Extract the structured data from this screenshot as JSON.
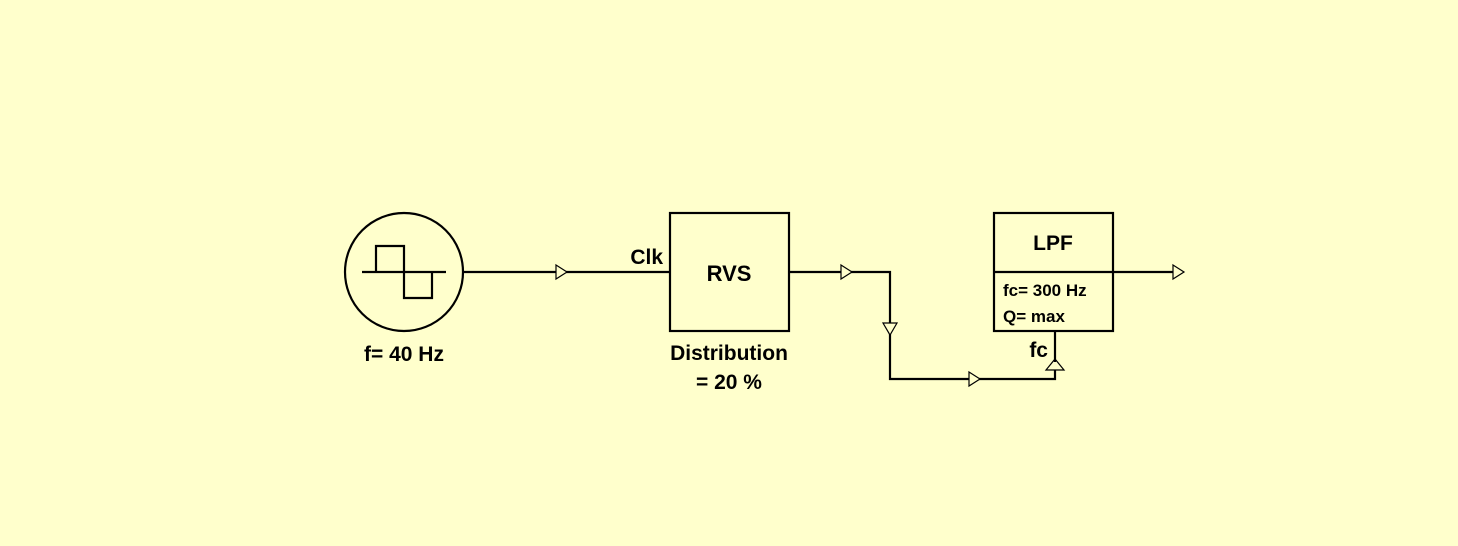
{
  "colors": {
    "background": "#ffffcc",
    "ink": "#000000"
  },
  "oscillator": {
    "icon": "square-wave-icon",
    "frequency_label": "f= 40 Hz"
  },
  "rvs_block": {
    "title": "RVS",
    "clock_input_label": "Clk",
    "distribution_line1": "Distribution",
    "distribution_line2": "= 20 %"
  },
  "lpf_block": {
    "title": "LPF",
    "param_fc": "fc= 300 Hz",
    "param_q": "Q=  max",
    "control_input_label": "fc"
  }
}
